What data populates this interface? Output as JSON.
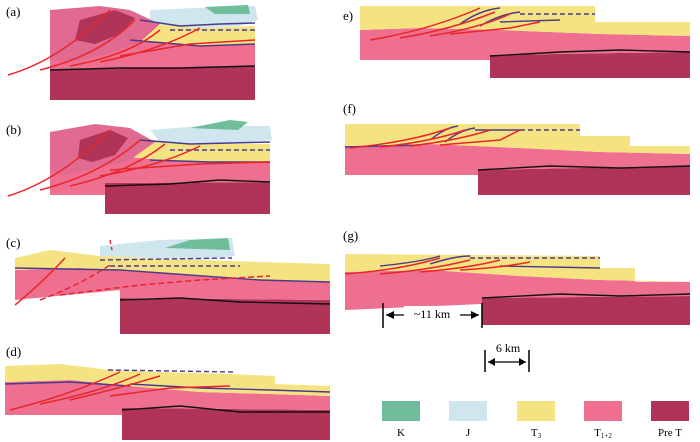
{
  "panels": [
    {
      "id": "a",
      "label": "(a)"
    },
    {
      "id": "b",
      "label": "(b)"
    },
    {
      "id": "c",
      "label": "(c)"
    },
    {
      "id": "d",
      "label": "(d)"
    },
    {
      "id": "e",
      "label": "e)"
    },
    {
      "id": "f",
      "label": "(f)"
    },
    {
      "id": "g",
      "label": "(g)"
    }
  ],
  "scale_bars": {
    "long": "~11 km",
    "short": "6 km"
  },
  "legend": [
    {
      "id": "K",
      "label": "K",
      "sub": "",
      "color": "#6fbd9b"
    },
    {
      "id": "J",
      "label": "J",
      "sub": "",
      "color": "#cfe6ee"
    },
    {
      "id": "T3",
      "label": "T",
      "sub": "3",
      "color": "#f5e382"
    },
    {
      "id": "T12",
      "label": "T",
      "sub": "1+2",
      "color": "#ee6f8f"
    },
    {
      "id": "PreT",
      "label": "Pre T",
      "sub": "",
      "color": "#b03358"
    }
  ],
  "colors": {
    "fault": "#e8262b",
    "horizon": "#4b3a8c",
    "basement_line": "#111111",
    "T3_dark": "#b19a7a"
  }
}
